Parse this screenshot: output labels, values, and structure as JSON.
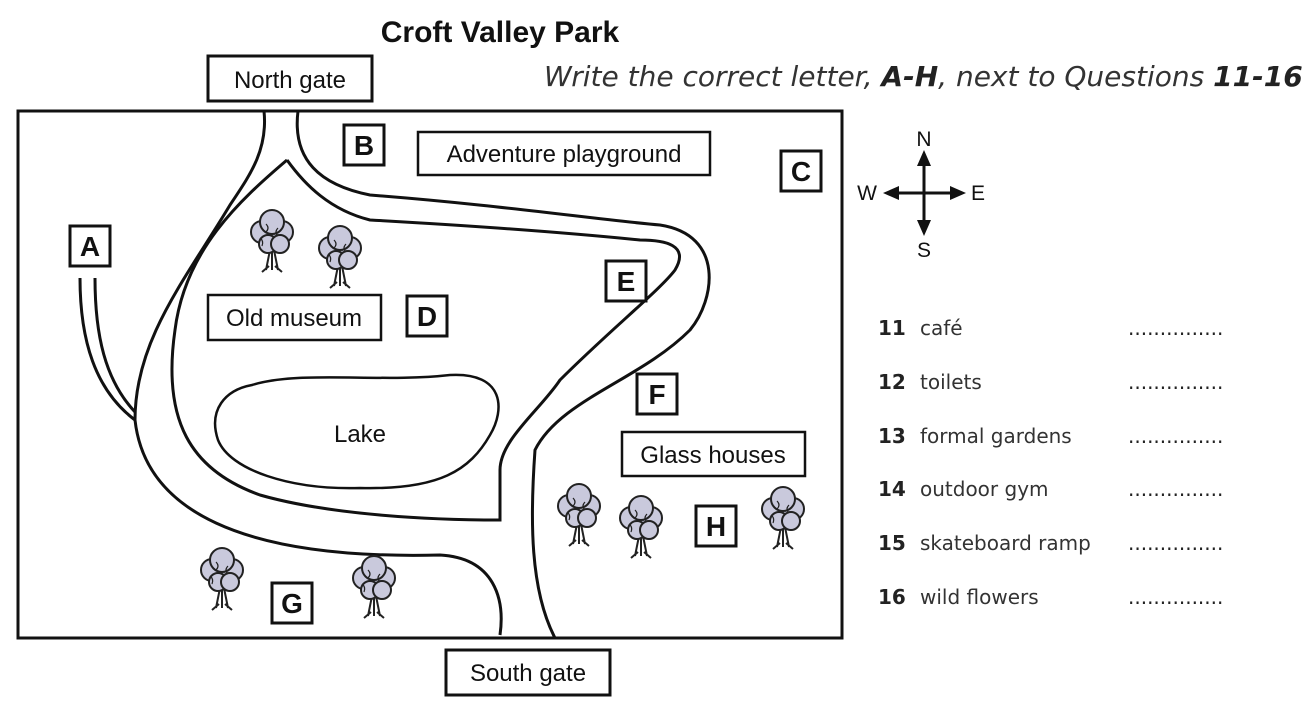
{
  "map": {
    "title": "Croft Valley Park",
    "gates": {
      "north": "North gate",
      "south": "South gate"
    },
    "landmarks": {
      "adventure_playground": "Adventure playground",
      "old_museum": "Old museum",
      "lake": "Lake",
      "glass_houses": "Glass houses"
    },
    "letters": {
      "a": "A",
      "b": "B",
      "c": "C",
      "d": "D",
      "e": "E",
      "f": "F",
      "g": "G",
      "h": "H"
    },
    "compass": {
      "n": "N",
      "s": "S",
      "e": "E",
      "w": "W"
    }
  },
  "instruction": {
    "prefix": "Write the correct letter, ",
    "range": "A-H",
    "middle": ", next to Questions ",
    "questions": "11-16"
  },
  "questions": [
    {
      "number": "11",
      "text": "café",
      "blank": "..............."
    },
    {
      "number": "12",
      "text": "toilets",
      "blank": "..............."
    },
    {
      "number": "13",
      "text": "formal gardens",
      "blank": "..............."
    },
    {
      "number": "14",
      "text": "outdoor gym",
      "blank": "..............."
    },
    {
      "number": "15",
      "text": "skateboard ramp",
      "blank": "..............."
    },
    {
      "number": "16",
      "text": "wild flowers",
      "blank": "..............."
    }
  ]
}
